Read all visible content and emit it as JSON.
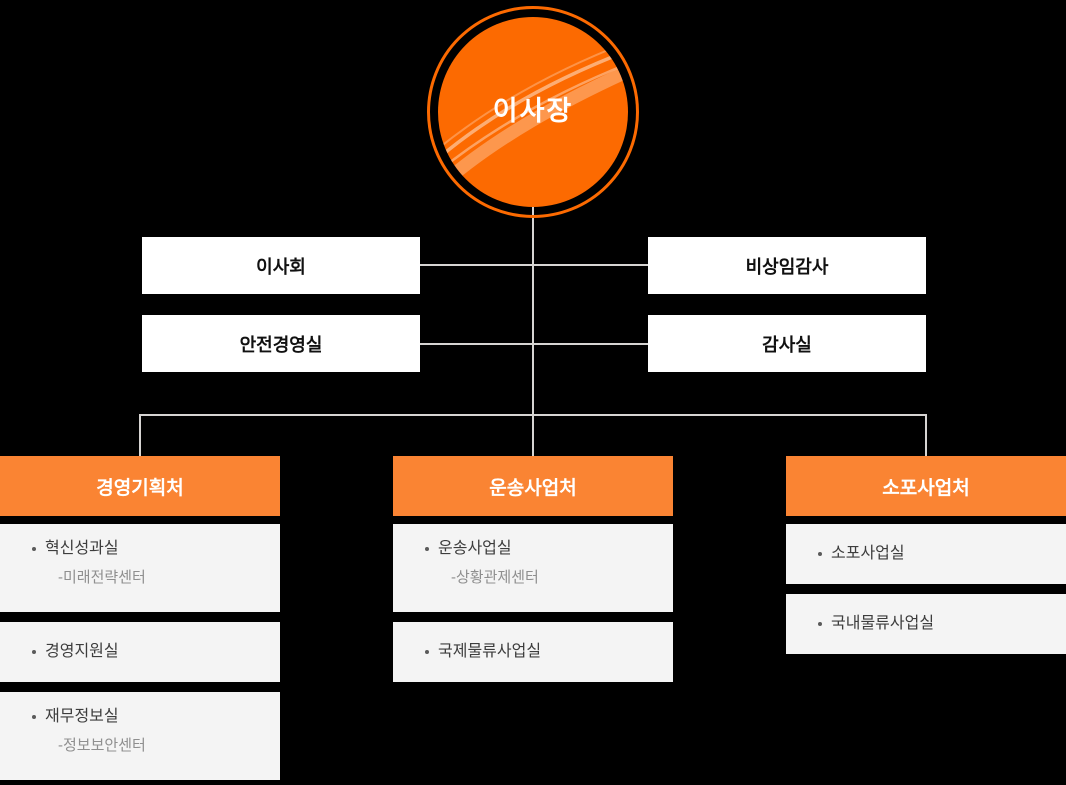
{
  "org": {
    "chairman": "이사장",
    "staff": {
      "board": "이사회",
      "non_executive_auditor": "비상임감사",
      "safety_management": "안전경영실",
      "audit_office": "감사실"
    },
    "divisions": [
      {
        "title": "경영기획처",
        "groups": [
          {
            "main": "혁신성과실",
            "sub": "-미래전략센터"
          },
          {
            "main": "경영지원실"
          },
          {
            "main": "재무정보실",
            "sub": "-정보보안센터"
          }
        ]
      },
      {
        "title": "운송사업처",
        "groups": [
          {
            "main": "운송사업실",
            "sub": "-상황관제센터"
          },
          {
            "main": "국제물류사업실"
          }
        ]
      },
      {
        "title": "소포사업처",
        "groups": [
          {
            "main": "소포사업실"
          },
          {
            "main": "국내물류사업실"
          }
        ]
      }
    ]
  },
  "colors": {
    "background": "#000000",
    "circle_orange": "#fc6a01",
    "header_orange": "#fa8433",
    "connector_line": "#d6d4d2",
    "staff_box_bg": "#ffffff",
    "dept_box_bg": "#f4f4f4",
    "dept_main_text": "#3d3d3d",
    "dept_sub_text": "#8f8f8f"
  }
}
